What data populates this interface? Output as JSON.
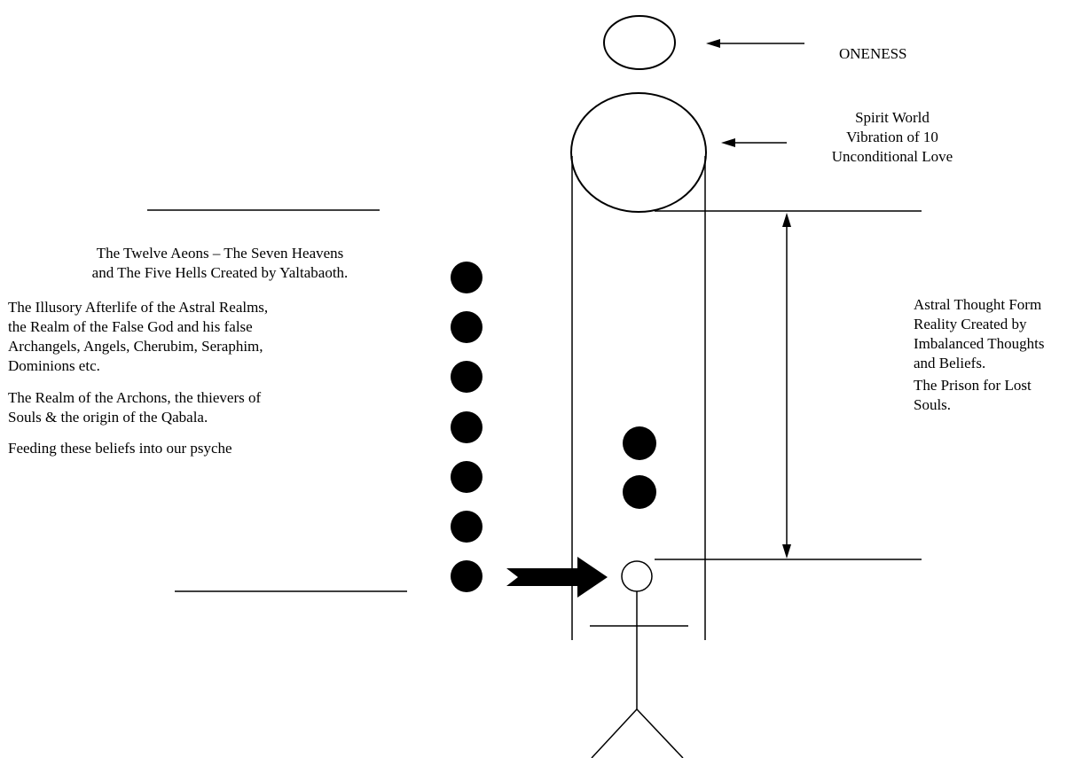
{
  "labels": {
    "oneness": "ONENESS",
    "spirit_world": [
      "Spirit World",
      "Vibration of 10",
      "Unconditional Love"
    ],
    "aeons": [
      "The Twelve Aeons – The Seven Heavens",
      "and The Five Hells Created by Yaltabaoth."
    ],
    "illusory": [
      "The Illusory Afterlife of the Astral Realms,",
      "the Realm of the False God and his false",
      "Archangels, Angels, Cherubim, Seraphim,",
      "Dominions etc."
    ],
    "archons": [
      "The Realm of the Archons, the thievers of",
      "Souls & the origin of the Qabala."
    ],
    "feeding": "Feeding these beliefs into our psyche",
    "astral": [
      "Astral Thought Form",
      "Reality Created by",
      "Imbalanced Thoughts",
      "and Beliefs."
    ],
    "prison": [
      "The Prison for Lost",
      "Souls."
    ]
  },
  "counts": {
    "aeon_dots": 7,
    "inner_dots": 2
  }
}
